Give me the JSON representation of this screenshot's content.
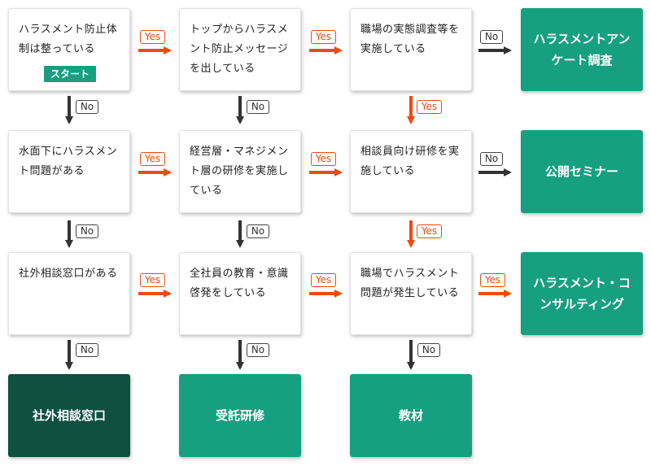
{
  "questions": {
    "q1": "ハラスメント防止体制は整っている",
    "q1_start": "スタート",
    "q2": "トップからハラスメント防止メッセージを出している",
    "q3": "職場の実態調査等を実施している",
    "q4": "水面下にハラスメント問題がある",
    "q5": "経営層・マネジメント層の研修を実施している",
    "q6": "相談員向け研修を実施している",
    "q7": "社外相談窓口がある",
    "q8": "全社員の教育・意識啓発をしている",
    "q9": "職場でハラスメント問題が発生している"
  },
  "results": {
    "r1": "ハラスメントアンケート調査",
    "r2": "公開セミナー",
    "r3": "ハラスメント・コンサルティング",
    "r4": "社外相談窓口",
    "r5": "受託研修",
    "r6": "教材"
  },
  "answers": {
    "yes": "Yes",
    "no": "No"
  },
  "colors": {
    "green": "#16a07f",
    "dark_green": "#0f5040",
    "yes": "#f04a10",
    "no": "#333333"
  }
}
